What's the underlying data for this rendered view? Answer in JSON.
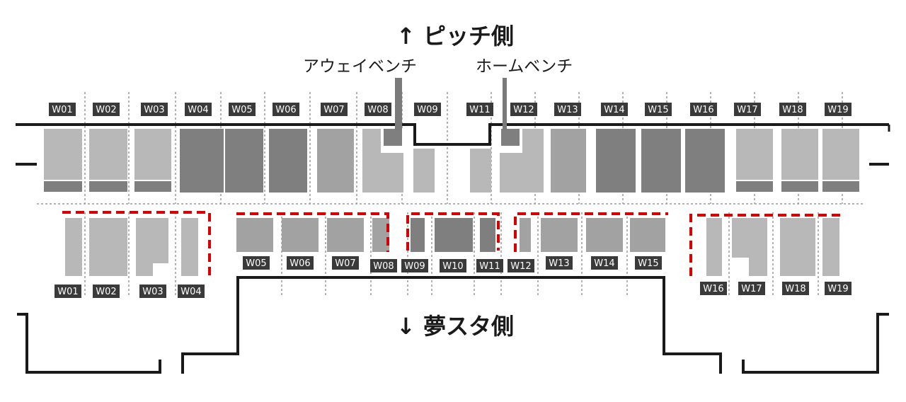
{
  "labels": {
    "pitch_side": "↑ ピッチ側",
    "dream_side": "↓ 夢スタ側",
    "away_bench": "アウェイベンチ",
    "home_bench": "ホームベンチ"
  },
  "upper_row": {
    "sections": [
      "W01",
      "W02",
      "W03",
      "W04",
      "W05",
      "W06",
      "W07",
      "W08",
      "W09",
      "W11",
      "W12",
      "W13",
      "W14",
      "W15",
      "W16",
      "W17",
      "W18",
      "W19"
    ]
  },
  "lower_row": {
    "sections": [
      "W01",
      "W02",
      "W03",
      "W04",
      "W05",
      "W06",
      "W07",
      "W08",
      "W09",
      "W10",
      "W11",
      "W12",
      "W13",
      "W14",
      "W15",
      "W16",
      "W17",
      "W18",
      "W19"
    ]
  },
  "colors": {
    "light_block": "#b8b8b8",
    "mid_block": "#a2a2a2",
    "dark_block": "#7f7f7f",
    "tag_bg": "#3a3a3a",
    "tag_text": "#ffffff",
    "highlight": "#d90000",
    "wall": "#1a1a1a"
  }
}
